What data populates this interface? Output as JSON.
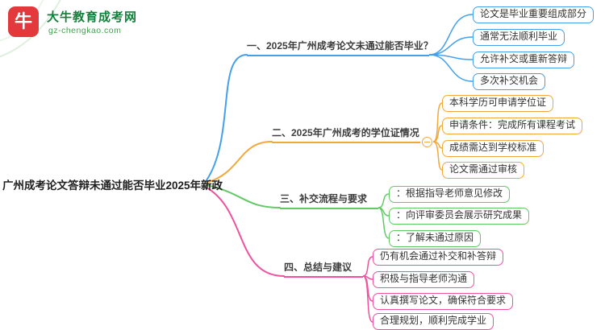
{
  "logo": {
    "brand": "大牛教育成考网",
    "domain": "gz-chengkao.com",
    "icon_glyph": "牛",
    "icon_color": "#e4393c",
    "brand_color": "#15803d"
  },
  "root": {
    "label": "广州成考论文答辩未通过能否毕业2025年新政"
  },
  "branches": [
    {
      "label": "一、2025年广州成考论文未通过能否毕业？",
      "color": "#44a0ec",
      "children": [
        "论文是毕业重要组成部分",
        "通常无法顺利毕业",
        "允许补交或重新答辩",
        "多次补交机会"
      ]
    },
    {
      "label": "二、2025年广州成考的学位证情况",
      "color": "#f1a83b",
      "collapse_icon": "minus",
      "children": [
        "本科学历可申请学位证",
        "申请条件：完成所有课程考试",
        "成绩需达到学校标准",
        "论文需通过审核"
      ]
    },
    {
      "label": "三、补交流程与要求",
      "color": "#62c966",
      "children": [
        "：根据指导老师意见修改",
        "：向评审委员会展示研究成果",
        "：了解未通过原因"
      ]
    },
    {
      "label": "四、总结与建议",
      "color": "#f0519f",
      "children": [
        "仍有机会通过补交和补答辩",
        "积极与指导老师沟通",
        "认真撰写论文，确保符合要求",
        "合理规划，顺利完成学业"
      ]
    }
  ]
}
